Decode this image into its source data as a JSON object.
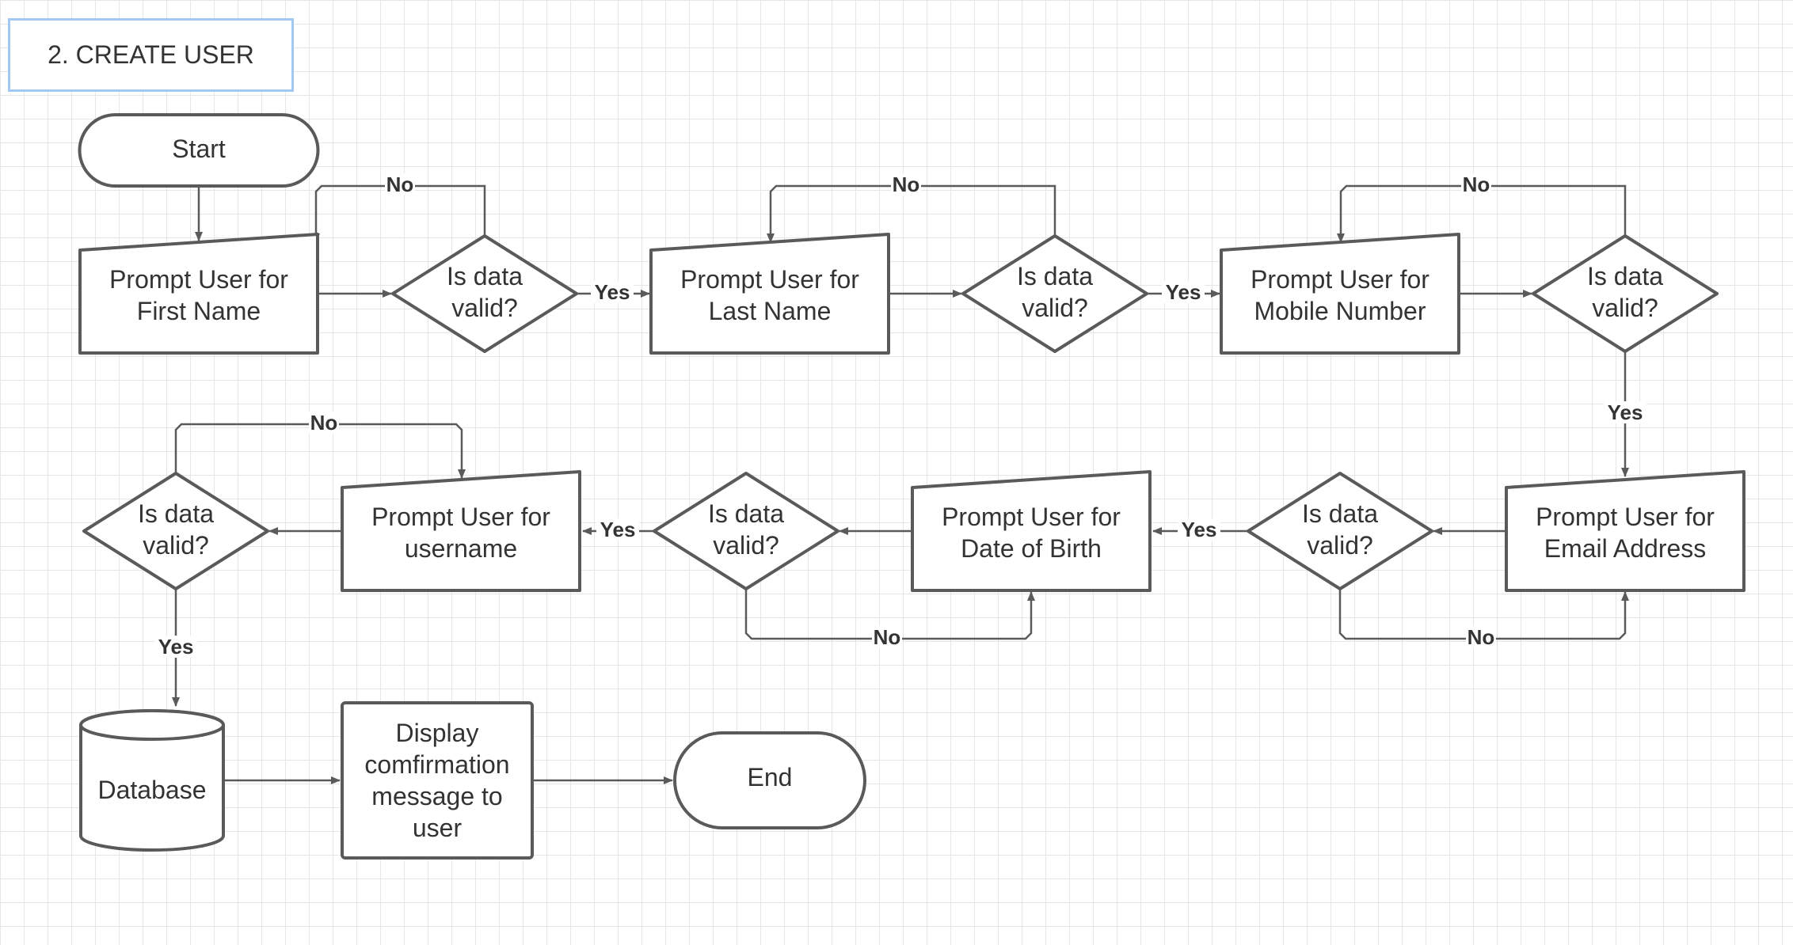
{
  "title": "2. CREATE USER",
  "colors": {
    "stroke": "#5a5a5a",
    "title_border": "#a3c8f3",
    "grid": "#e6e6e6",
    "text": "#333333"
  },
  "nodes": {
    "start": {
      "type": "terminal",
      "lines": [
        "Start"
      ]
    },
    "prompt_first": {
      "type": "manual-input",
      "lines": [
        "Prompt User for",
        "First Name"
      ]
    },
    "valid1": {
      "type": "decision",
      "lines": [
        "Is data",
        "valid?"
      ]
    },
    "prompt_last": {
      "type": "manual-input",
      "lines": [
        "Prompt User for",
        "Last Name"
      ]
    },
    "valid2": {
      "type": "decision",
      "lines": [
        "Is data",
        "valid?"
      ]
    },
    "prompt_mobile": {
      "type": "manual-input",
      "lines": [
        "Prompt User for",
        "Mobile Number"
      ]
    },
    "valid3": {
      "type": "decision",
      "lines": [
        "Is data",
        "valid?"
      ]
    },
    "prompt_email": {
      "type": "manual-input",
      "lines": [
        "Prompt User for",
        "Email Address"
      ]
    },
    "valid4": {
      "type": "decision",
      "lines": [
        "Is data",
        "valid?"
      ]
    },
    "prompt_dob": {
      "type": "manual-input",
      "lines": [
        "Prompt User for",
        "Date of Birth"
      ]
    },
    "valid5": {
      "type": "decision",
      "lines": [
        "Is data",
        "valid?"
      ]
    },
    "prompt_username": {
      "type": "manual-input",
      "lines": [
        "Prompt User for",
        "username"
      ]
    },
    "valid6": {
      "type": "decision",
      "lines": [
        "Is data",
        "valid?"
      ]
    },
    "database": {
      "type": "database",
      "lines": [
        "Database"
      ]
    },
    "display": {
      "type": "process",
      "lines": [
        "Display",
        "comfirmation",
        "message to",
        "user"
      ]
    },
    "end": {
      "type": "terminal",
      "lines": [
        "End"
      ]
    }
  },
  "edges": [
    {
      "from": "start",
      "to": "prompt_first",
      "label": ""
    },
    {
      "from": "prompt_first",
      "to": "valid1",
      "label": ""
    },
    {
      "from": "valid1",
      "to": "prompt_first",
      "label": "No"
    },
    {
      "from": "valid1",
      "to": "prompt_last",
      "label": "Yes"
    },
    {
      "from": "prompt_last",
      "to": "valid2",
      "label": ""
    },
    {
      "from": "valid2",
      "to": "prompt_last",
      "label": "No"
    },
    {
      "from": "valid2",
      "to": "prompt_mobile",
      "label": "Yes"
    },
    {
      "from": "prompt_mobile",
      "to": "valid3",
      "label": ""
    },
    {
      "from": "valid3",
      "to": "prompt_mobile",
      "label": "No"
    },
    {
      "from": "valid3",
      "to": "prompt_email",
      "label": "Yes"
    },
    {
      "from": "prompt_email",
      "to": "valid4",
      "label": ""
    },
    {
      "from": "valid4",
      "to": "prompt_email",
      "label": "No"
    },
    {
      "from": "valid4",
      "to": "prompt_dob",
      "label": "Yes"
    },
    {
      "from": "prompt_dob",
      "to": "valid5",
      "label": ""
    },
    {
      "from": "valid5",
      "to": "prompt_dob",
      "label": "No"
    },
    {
      "from": "valid5",
      "to": "prompt_username",
      "label": "Yes"
    },
    {
      "from": "prompt_username",
      "to": "valid6",
      "label": ""
    },
    {
      "from": "valid6",
      "to": "prompt_username",
      "label": "No"
    },
    {
      "from": "valid6",
      "to": "database",
      "label": "Yes"
    },
    {
      "from": "database",
      "to": "display",
      "label": ""
    },
    {
      "from": "display",
      "to": "end",
      "label": ""
    }
  ]
}
